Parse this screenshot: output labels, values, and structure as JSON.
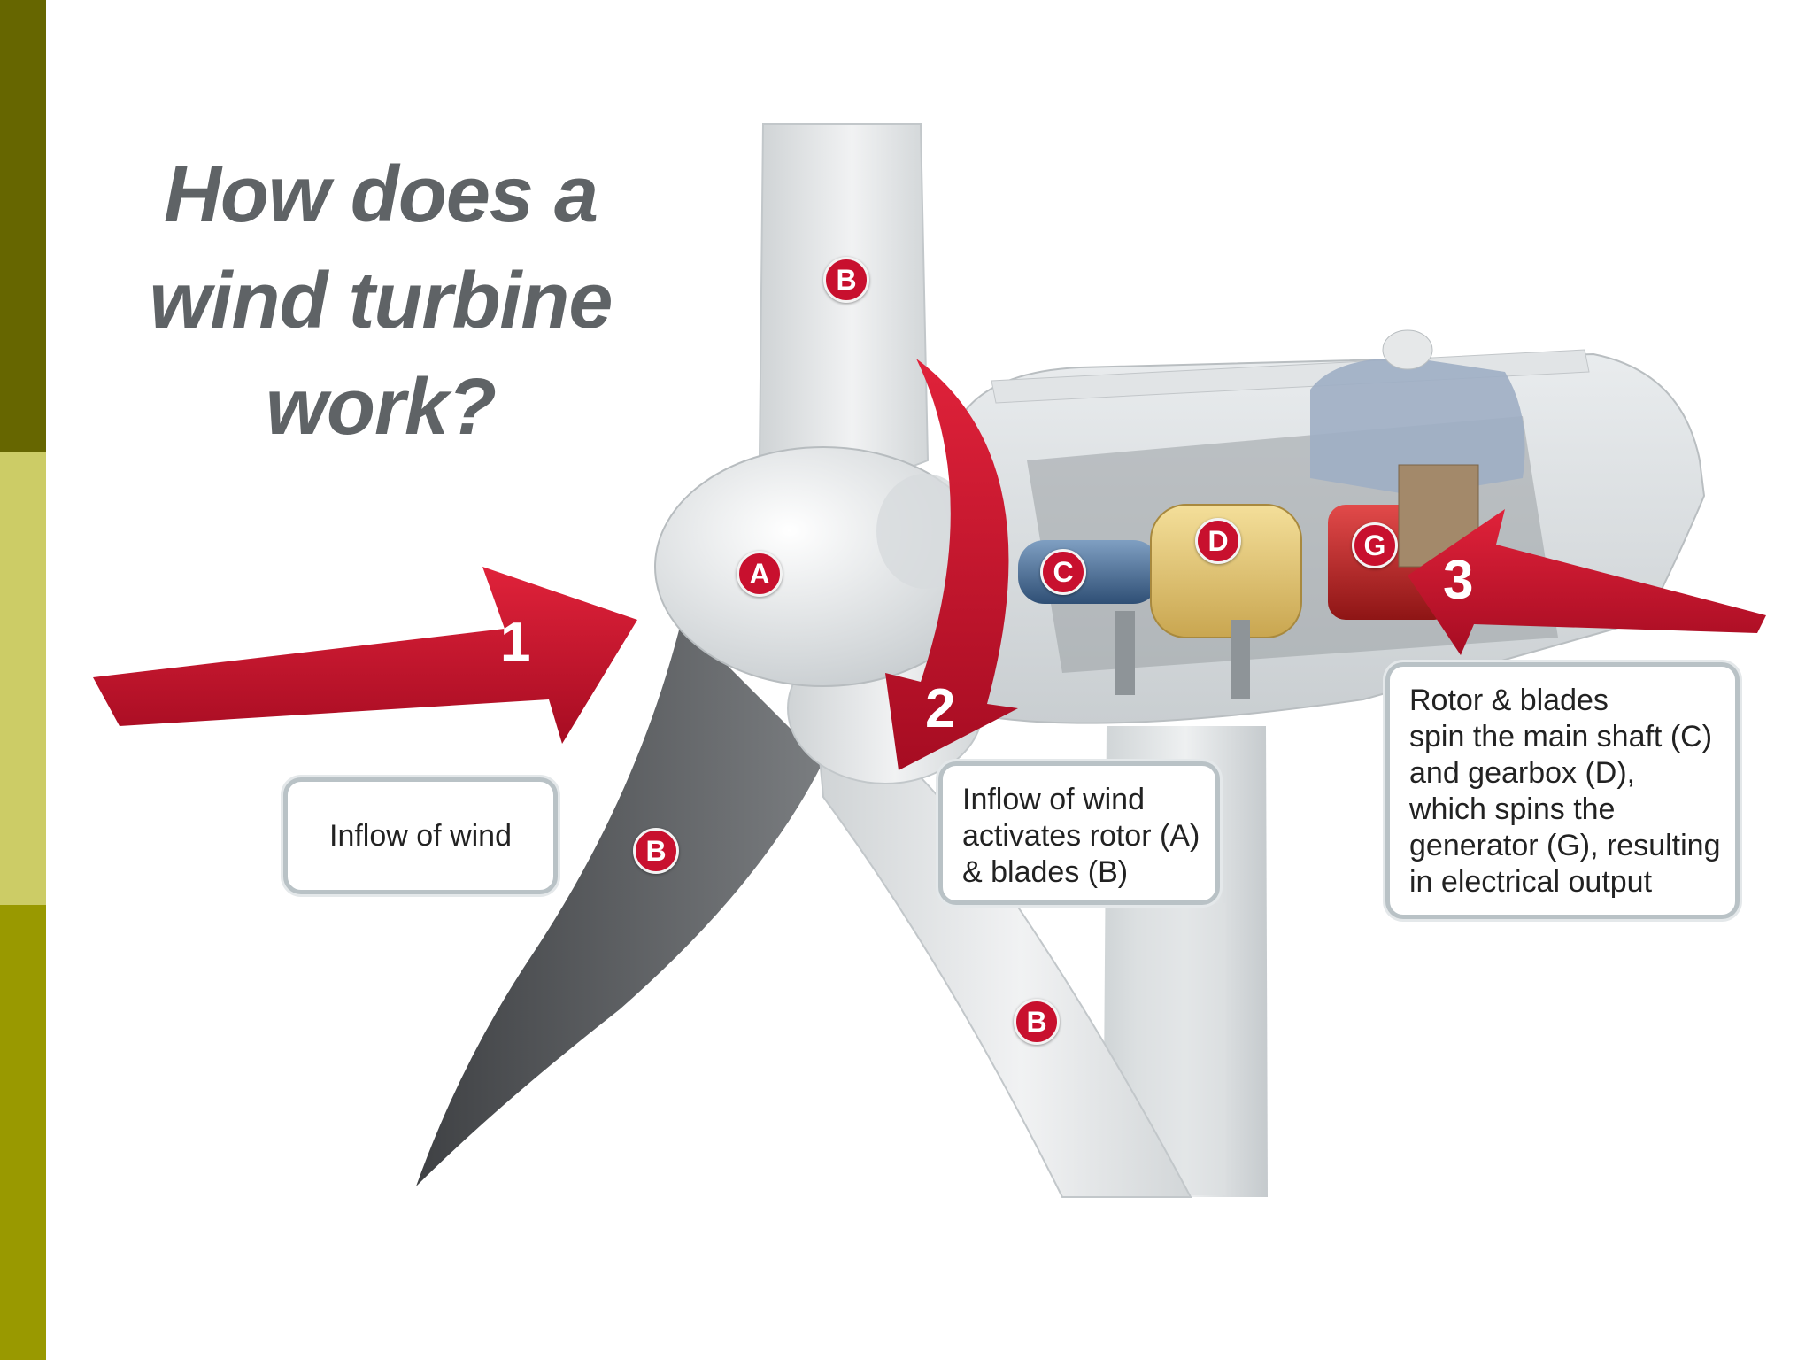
{
  "title_lines": [
    "How does a",
    "wind turbine",
    "work?"
  ],
  "steps": [
    {
      "number": "1",
      "text_lines": [
        "Inflow of wind"
      ]
    },
    {
      "number": "2",
      "text_lines": [
        "Inflow of wind",
        "activates rotor (A)",
        "& blades (B)"
      ]
    },
    {
      "number": "3",
      "text_lines": [
        "Rotor & blades",
        "spin the main shaft (C)",
        "and gearbox (D),",
        "which spins the",
        "generator (G), resulting",
        "in electrical output"
      ]
    }
  ],
  "component_labels": {
    "rotor": "A",
    "blade": "B",
    "main_shaft": "C",
    "gearbox": "D",
    "generator": "G"
  },
  "colors": {
    "accent_red": "#c8102e",
    "stripe_dark": "#666600",
    "stripe_light": "#cccc66",
    "stripe_mid": "#999900",
    "title_gray": "#5f6366"
  }
}
